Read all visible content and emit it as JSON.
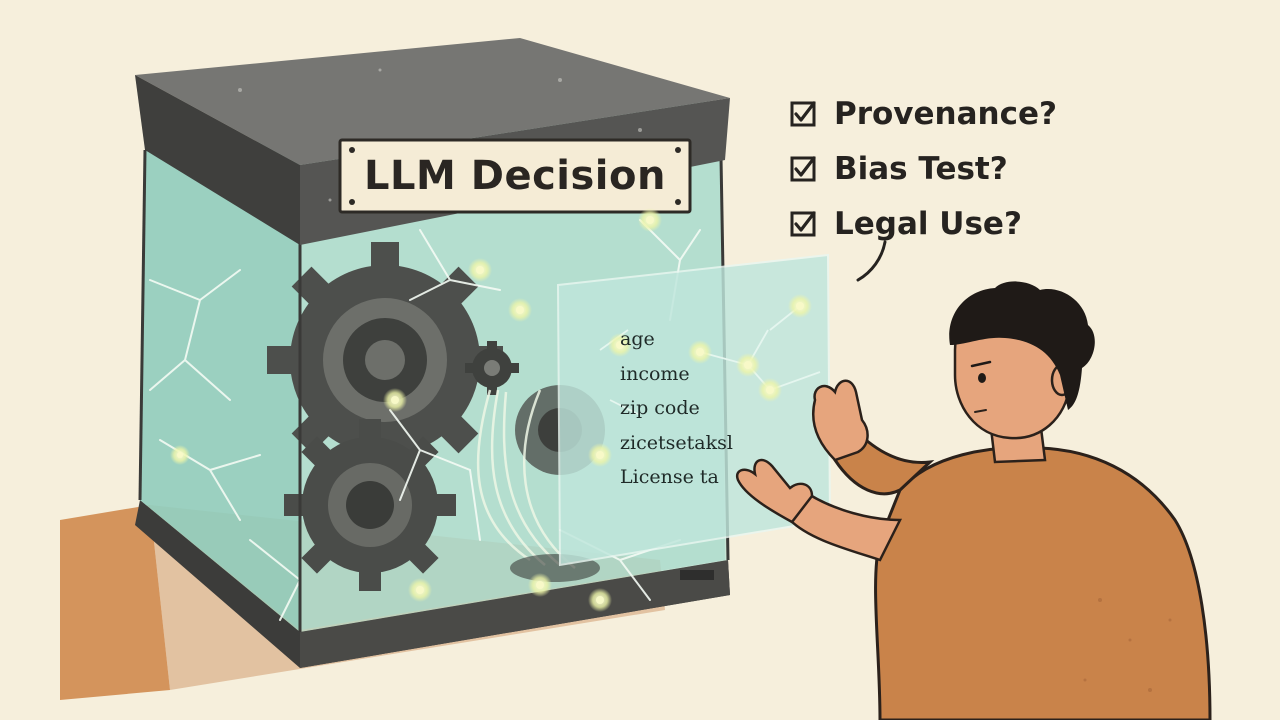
{
  "sign": {
    "title": "LLM Decision"
  },
  "checklist": {
    "items": [
      {
        "label": "Provenance?",
        "checked": true
      },
      {
        "label": "Bias Test?",
        "checked": true
      },
      {
        "label": "Legal Use?",
        "checked": true
      }
    ]
  },
  "data_panel": {
    "fields": [
      "age",
      "income",
      "zip code",
      "zicetsetaksl",
      "License ta"
    ]
  },
  "colors": {
    "background": "#f6efdc",
    "glass": "#9fd4c7",
    "cabinet_lid": "#5f5f5c",
    "gears": "#4d4f4c",
    "shirt": "#c9834a",
    "skin": "#e6a57d",
    "glow": "#f3f6b4"
  }
}
